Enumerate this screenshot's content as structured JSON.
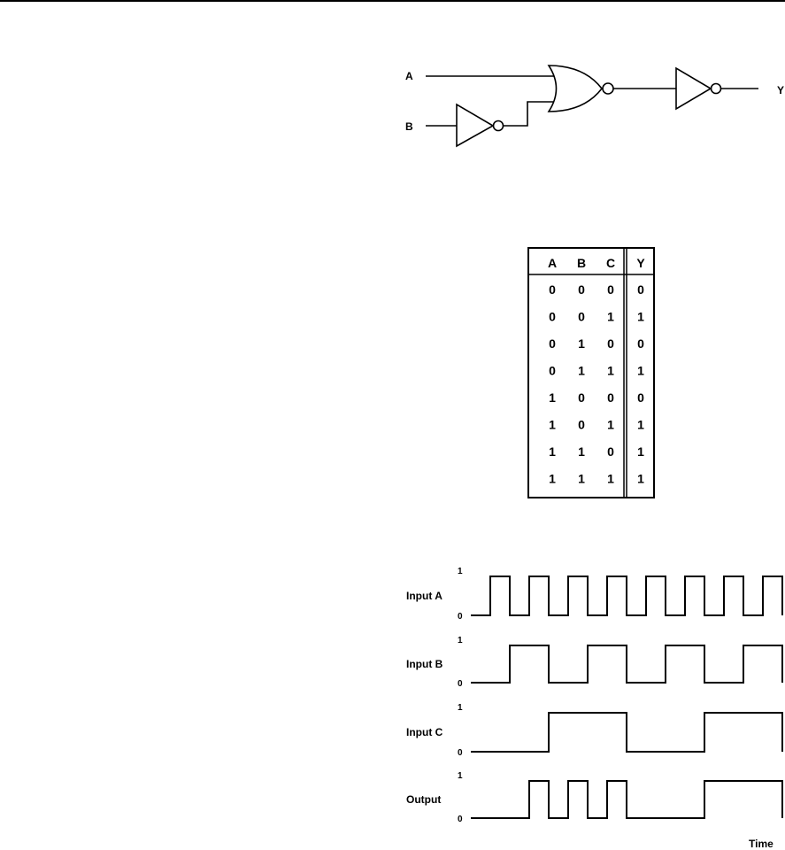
{
  "circuit": {
    "input_a_label": "A",
    "input_b_label": "B",
    "output_label": "Y"
  },
  "truth_table": {
    "headers": [
      "A",
      "B",
      "C",
      "Y"
    ],
    "rows": [
      [
        "0",
        "0",
        "0",
        "0"
      ],
      [
        "0",
        "0",
        "1",
        "1"
      ],
      [
        "0",
        "1",
        "0",
        "0"
      ],
      [
        "0",
        "1",
        "1",
        "1"
      ],
      [
        "1",
        "0",
        "0",
        "0"
      ],
      [
        "1",
        "0",
        "1",
        "1"
      ],
      [
        "1",
        "1",
        "0",
        "1"
      ],
      [
        "1",
        "1",
        "1",
        "1"
      ]
    ]
  },
  "timing": {
    "high_label": "1",
    "low_label": "0",
    "time_label": "Time",
    "signals": [
      {
        "name": "Input A",
        "levels": [
          0,
          1,
          0,
          1,
          0,
          1,
          0,
          1,
          0,
          1,
          0,
          1,
          0,
          1,
          0,
          1
        ]
      },
      {
        "name": "Input B",
        "levels": [
          0,
          0,
          1,
          1,
          0,
          0,
          1,
          1,
          0,
          0,
          1,
          1,
          0,
          0,
          1,
          1
        ]
      },
      {
        "name": "Input C",
        "levels": [
          0,
          0,
          0,
          0,
          1,
          1,
          1,
          1,
          0,
          0,
          0,
          0,
          1,
          1,
          1,
          1
        ]
      },
      {
        "name": "Output",
        "levels": [
          0,
          0,
          0,
          1,
          0,
          1,
          0,
          1,
          0,
          0,
          0,
          0,
          1,
          1,
          1,
          1
        ]
      }
    ]
  }
}
